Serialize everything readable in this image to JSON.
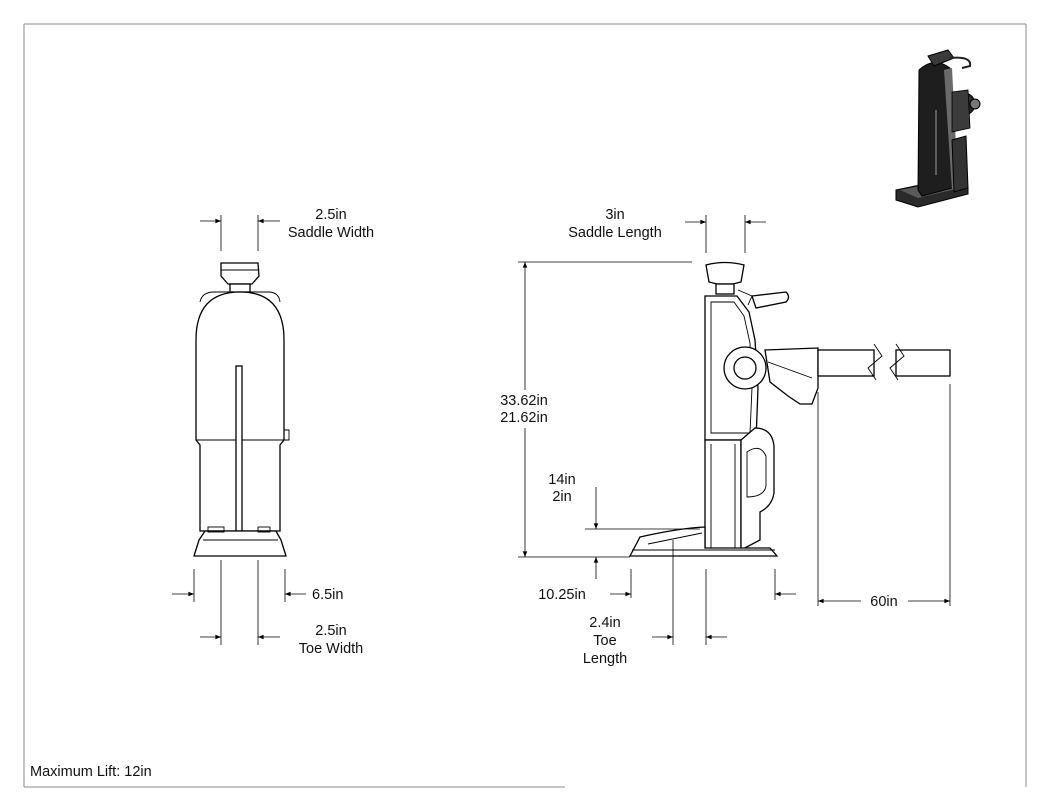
{
  "dimensions": {
    "saddle_width": {
      "value": "2.5in",
      "label": "Saddle Width"
    },
    "saddle_length": {
      "value": "3in",
      "label": "Saddle Length"
    },
    "overall_height": {
      "max": "33.62in",
      "min": "21.62in"
    },
    "toe_height": {
      "max": "14in",
      "min": "2in"
    },
    "base_width": {
      "value": "6.5in"
    },
    "toe_width": {
      "value": "2.5in",
      "label": "Toe Width"
    },
    "base_length": {
      "value": "10.25in"
    },
    "toe_length": {
      "value": "2.4in",
      "label_line1": "Toe",
      "label_line2": "Length"
    },
    "handle_length": {
      "value": "60in"
    }
  },
  "footer": {
    "max_lift_text": "Maximum Lift: 12in"
  }
}
